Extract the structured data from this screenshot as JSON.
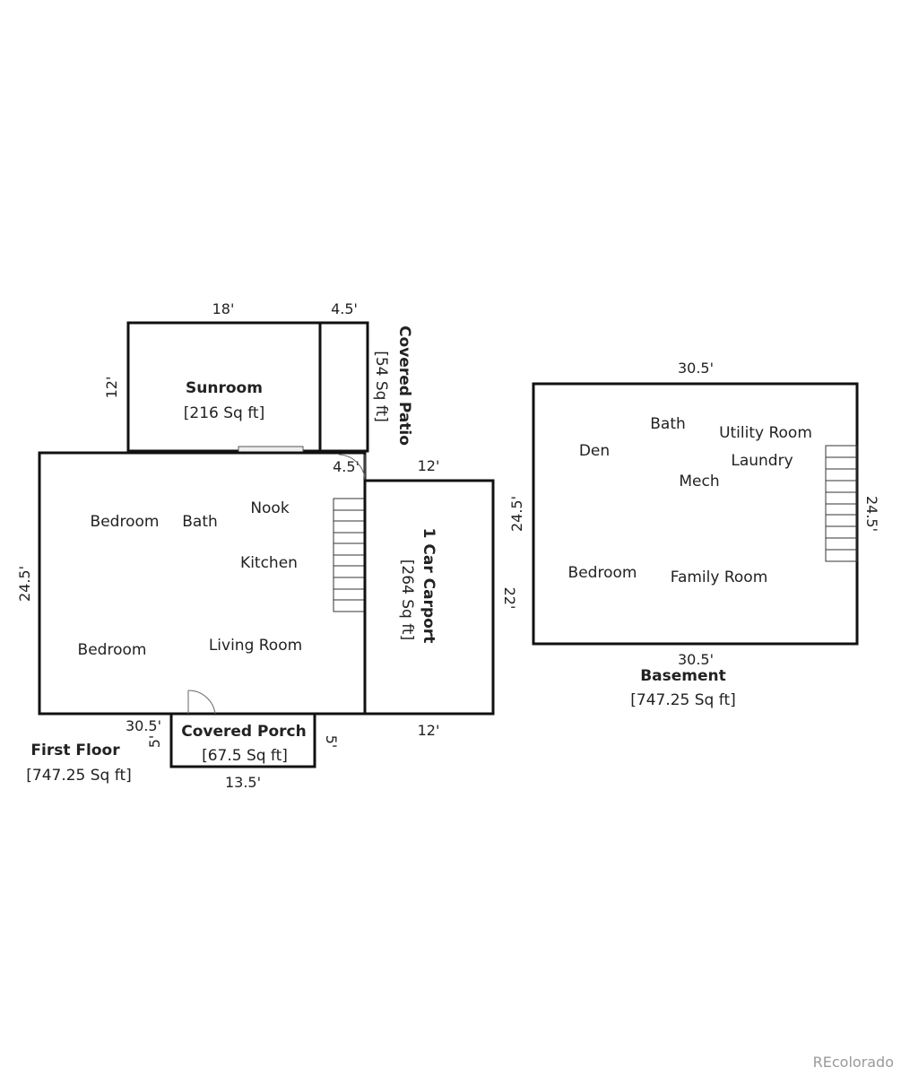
{
  "colors": {
    "sunroom": "#aaf5f0",
    "patio": "#b9b9f5",
    "porch": "#c2c2f5",
    "carport": "#d7d7d7",
    "walls": "#111111"
  },
  "first_floor": {
    "title": "First Floor",
    "area": "[747.25 Sq ft]",
    "width_label": "30.5'",
    "depth_label": "24.5'",
    "rooms": {
      "bedroom_front": "Bedroom",
      "bath": "Bath",
      "nook": "Nook",
      "kitchen": "Kitchen",
      "bedroom_back": "Bedroom",
      "living_room": "Living Room"
    }
  },
  "sunroom": {
    "title": "Sunroom",
    "area": "[216 Sq ft]",
    "width_label": "18'",
    "depth_label": "12'"
  },
  "covered_patio": {
    "title": "Covered Patio",
    "area": "[54 Sq ft]",
    "width_label": "4.5'",
    "lower_width_label": "4.5'"
  },
  "carport": {
    "title": "1 Car Carport",
    "area": "[264 Sq ft]",
    "top_label": "12'",
    "bottom_label": "12'",
    "depth_label": "22'"
  },
  "covered_porch": {
    "title": "Covered Porch",
    "area": "[67.5 Sq ft]",
    "width_label": "13.5'",
    "left_depth_label": "5'",
    "right_depth_label": "5'"
  },
  "basement": {
    "title": "Basement",
    "area": "[747.25 Sq ft]",
    "top_label": "30.5'",
    "bottom_label": "30.5'",
    "left_label": "24.5'",
    "right_label": "24.5'",
    "rooms": {
      "den": "Den",
      "bath": "Bath",
      "utility_room": "Utility Room",
      "laundry": "Laundry",
      "mech": "Mech",
      "bedroom": "Bedroom",
      "family_room": "Family Room"
    }
  },
  "watermark": "REcolorado"
}
